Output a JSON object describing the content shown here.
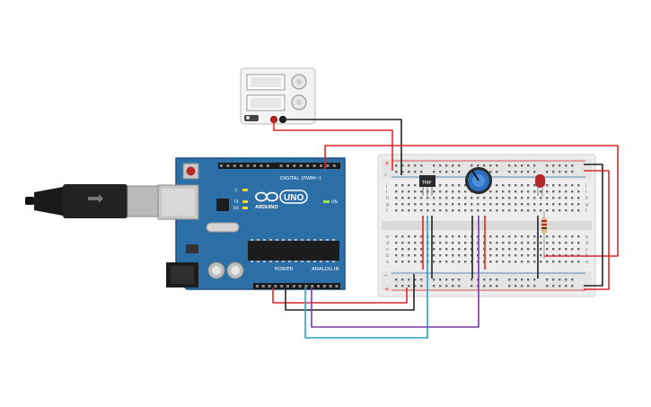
{
  "colors": {
    "board": "#2b6fa6",
    "board_dark": "#1f527d",
    "breadboard": "#eeeeee",
    "wire_red": "#e02626",
    "wire_black": "#222222",
    "wire_cyan": "#2aa0c9",
    "wire_purple": "#7a3aa8",
    "led": "#b3262a",
    "pot": "#2d6fbf"
  },
  "arduino": {
    "brand": "ARDUINO",
    "model": "UNO",
    "digital_label": "DIGITAL (PWM~)",
    "power_label": "POWER",
    "analog_label": "ANALOG IN",
    "on_label": "ON",
    "tx_label": "TX",
    "rx_label": "RX",
    "l_label": "L",
    "usb_icon": "usb-plug-icon"
  },
  "sensor": {
    "label": "TMP"
  },
  "breadboard": {
    "plus": "+",
    "minus": "-",
    "rows_top": [
      "j",
      "i",
      "h",
      "g",
      "f"
    ],
    "rows_bottom": [
      "e",
      "d",
      "c",
      "b",
      "a"
    ]
  },
  "power_supply": {
    "icon": "power-supply-icon"
  }
}
